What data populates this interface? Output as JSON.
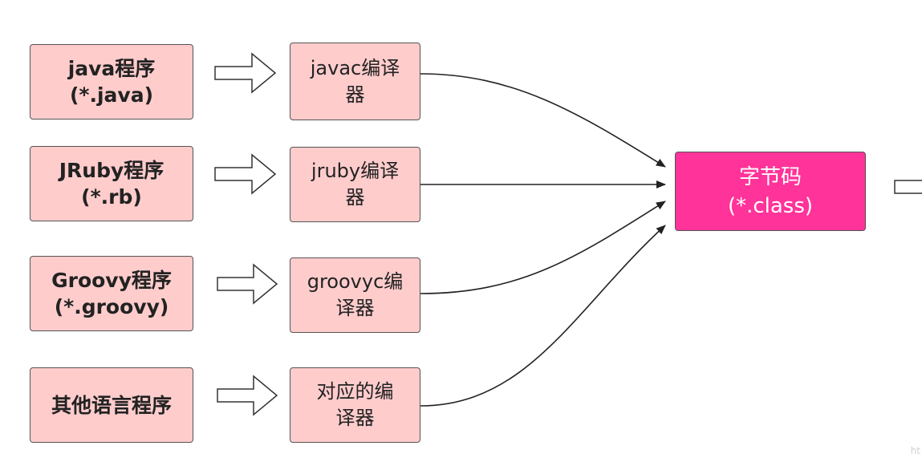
{
  "sources": [
    {
      "line1": "java程序",
      "line2": "(*.java)"
    },
    {
      "line1": "JRuby程序",
      "line2": "(*.rb)"
    },
    {
      "line1": "Groovy程序",
      "line2": "(*.groovy)"
    },
    {
      "line1": "其他语言程序",
      "line2": ""
    }
  ],
  "compilers": [
    {
      "line1": "javac编译",
      "line2": "器"
    },
    {
      "line1": "jruby编译",
      "line2": "器"
    },
    {
      "line1": "groovyc编",
      "line2": "译器"
    },
    {
      "line1": "对应的编",
      "line2": "译器"
    }
  ],
  "target": {
    "line1": "字节码",
    "line2": "(*.class)"
  },
  "watermark": "ht",
  "colors": {
    "box_fill": "#ffcccc",
    "target_fill": "#ff3399",
    "border": "#555555"
  }
}
